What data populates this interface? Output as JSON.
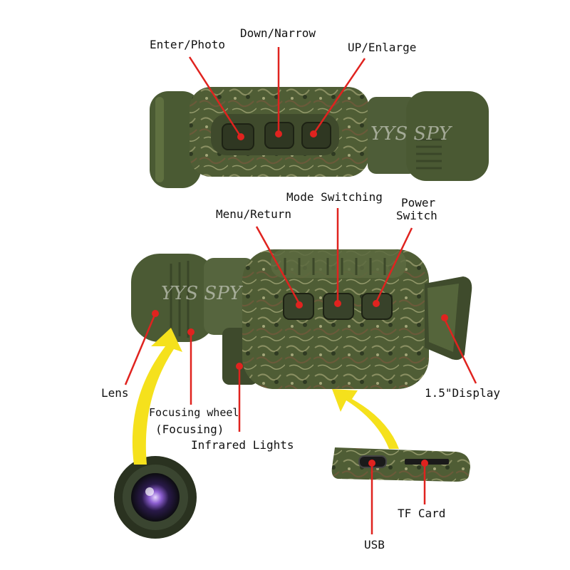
{
  "watermark": "YYS SPY",
  "labels": {
    "enter_photo": "Enter/Photo",
    "down_narrow": "Down/Narrow",
    "up_enlarge": "UP/Enlarge",
    "mode_switching": "Mode Switching",
    "power_switch_1": "Power",
    "power_switch_2": "Switch",
    "menu_return": "Menu/Return",
    "display": "1.5\"Display",
    "lens": "Lens",
    "focusing_wheel": "Focusing wheel",
    "focusing_sub": "(Focusing)",
    "infrared_lights": "Infrared Lights",
    "tf_card": "TF Card",
    "usb": "USB"
  },
  "colors": {
    "callout_line": "#e0231f",
    "callout_dot": "#e0231f",
    "arrow_yellow": "#f5e11c",
    "body_dark": "#3b4a2c",
    "body_mid": "#5a6b3c",
    "camo_light": "#7a8a5a",
    "button": "#4a5436"
  }
}
